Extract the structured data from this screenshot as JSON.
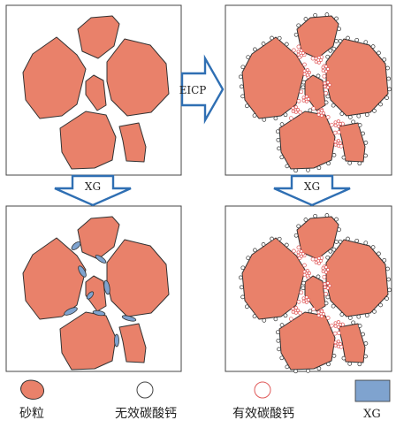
{
  "arrows": {
    "right_label": "EICP",
    "down_left_label": "XG",
    "down_right_label": "XG"
  },
  "legend": {
    "sand": "砂粒",
    "invalid_caco3": "无效碳酸钙",
    "valid_caco3": "有效碳酸钙",
    "xg": "XG"
  },
  "colors": {
    "sand": "#e9816a",
    "xg_gel": "#7fa3cf",
    "valid_caco3": "#e05a5a",
    "arrow": "#2f6fb3"
  }
}
